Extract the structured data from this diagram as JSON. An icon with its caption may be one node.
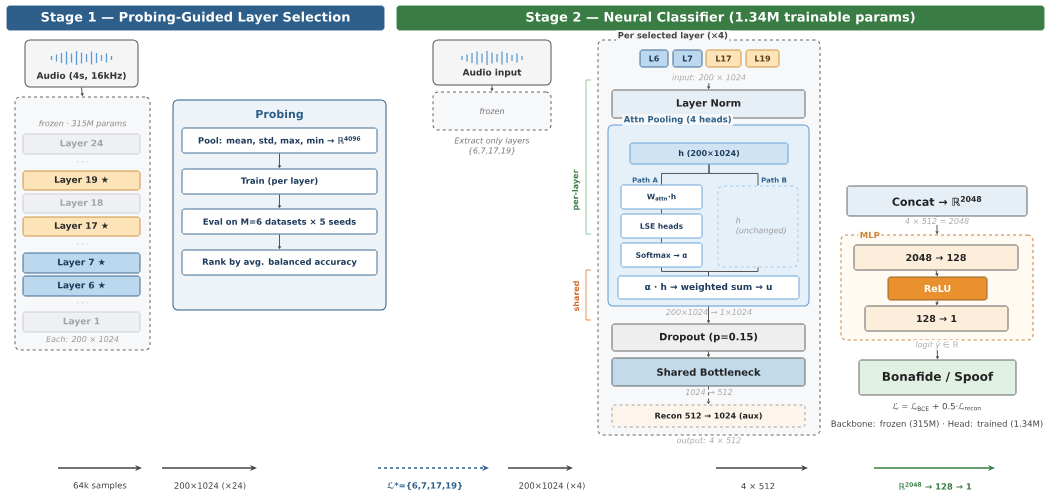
{
  "diagram": {
    "nodes": [
      {
        "text": [
          "Stage 1 — Probing-Guided Layer Selection"
        ]
      },
      {
        "text": [
          "Stage 2 — Neural Classifier (1.34M trainable params)"
        ]
      },
      {
        "text": [
          "Audio (4s, 16kHz)"
        ]
      },
      {
        "text": [
          "frozen · 315M params",
          "Each: 200 × 1024"
        ]
      },
      {
        "text": [
          "Layer 24"
        ],
        "in": 3
      },
      {
        "text": [
          "Layer 19 ★"
        ],
        "in": 3
      },
      {
        "text": [
          "Layer 18"
        ],
        "in": 3
      },
      {
        "text": [
          "Layer 17 ★"
        ],
        "in": 3
      },
      {
        "text": [
          "Layer 7 ★"
        ],
        "in": 3
      },
      {
        "text": [
          "Layer 6 ★"
        ],
        "in": 3
      },
      {
        "text": [
          "Layer 1"
        ],
        "in": 3
      },
      {
        "text": [
          "Probing"
        ]
      },
      {
        "text": [
          "Pool: mean, std, max, min → ℝ$^{4096}$"
        ],
        "in": 11
      },
      {
        "text": [
          "Train (per layer)"
        ],
        "in": 11
      },
      {
        "text": [
          "Eval on M=6 datasets × 5 seeds"
        ],
        "in": 11
      },
      {
        "text": [
          "Rank by avg. balanced accuracy"
        ],
        "in": 11
      },
      {
        "text": [
          "Audio input"
        ]
      },
      {
        "text": [
          "frozen"
        ],
        "beside": [
          "Extract only layers {6,7,17,19}"
        ]
      },
      {
        "text": [
          "Per selected layer (×4)"
        ],
        "beside": [
          "output: 4 × 512"
        ]
      },
      {
        "text": [
          "L6"
        ],
        "in": 18
      },
      {
        "text": [
          "L7"
        ],
        "in": 18
      },
      {
        "text": [
          "L17"
        ],
        "in": 18
      },
      {
        "text": [
          "L19"
        ],
        "in": 18
      },
      {
        "text": [
          "Layer Norm"
        ],
        "in": 18
      },
      {
        "text": [
          "Attn Pooling (4 heads)"
        ],
        "in": 18
      },
      {
        "text": [
          "h (200×1024)"
        ],
        "in": 24
      },
      {
        "text": [
          "W$_{attn}$·h"
        ],
        "in": 24
      },
      {
        "text": [
          "LSE heads"
        ],
        "in": 24
      },
      {
        "text": [
          "Softmax → α"
        ],
        "in": 24
      },
      {
        "text": [
          "h (unchanged)"
        ],
        "in": 24
      },
      {
        "text": [
          "α · h → weighted sum → u"
        ],
        "in": 24
      },
      {
        "text": [
          "Dropout (p=0.15)"
        ],
        "in": 18
      },
      {
        "text": [
          "Shared Bottleneck"
        ],
        "in": 18
      },
      {
        "text": [
          "Recon 512 → 1024 (aux)"
        ],
        "in": 18
      },
      {
        "text": [
          "Concat → ℝ$^{2048}$"
        ]
      },
      {
        "text": [
          "MLP"
        ]
      },
      {
        "text": [
          "2048 → 128"
        ],
        "in": 35
      },
      {
        "text": [
          "ReLU"
        ],
        "in": 35
      },
      {
        "text": [
          "128 → 1"
        ],
        "in": 35
      },
      {
        "text": [
          "Bonafide / Spoof"
        ]
      },
      {
        "text": [
          "input: 200 × 1024"
        ],
        "in": 18
      }
    ],
    "edges": [
      {
        "from": 2,
        "to": 3,
        "arrow": "to"
      },
      {
        "from": 12,
        "to": 13,
        "arrow": "to"
      },
      {
        "from": 13,
        "to": 14,
        "arrow": "to"
      },
      {
        "from": 14,
        "to": 15,
        "arrow": "to"
      },
      {
        "from": 16,
        "to": 17,
        "arrow": "to"
      },
      {
        "from": 40,
        "to": 23,
        "arrow": "to"
      },
      {
        "from": 25,
        "to": 26,
        "arrow": "none"
      },
      {
        "from": 25,
        "to": 29,
        "arrow": "none"
      },
      {
        "from": 26,
        "to": 27,
        "arrow": "none"
      },
      {
        "from": 27,
        "to": 28,
        "arrow": "none"
      },
      {
        "from": 28,
        "to": 30,
        "arrow": "none"
      },
      {
        "from": 29,
        "to": 30,
        "arrow": "none"
      },
      {
        "from": 24,
        "to": 31,
        "arrow": "to"
      },
      {
        "from": 31,
        "to": 32,
        "arrow": "to"
      },
      {
        "from": 32,
        "to": 33,
        "arrow": "to",
        "style": "dashed"
      },
      {
        "from": 34,
        "to": 35,
        "arrow": "to",
        "label": "4 × 512 = 2048"
      },
      {
        "from": 36,
        "to": 37,
        "arrow": "to"
      },
      {
        "from": 37,
        "to": 38,
        "arrow": "to"
      },
      {
        "from": 35,
        "to": 39,
        "arrow": "to",
        "label": "logit ŷ ∈ ℝ"
      }
    ],
    "labels": [
      "· · ·",
      "· · ·",
      "· · ·",
      "per-layer",
      "Path A",
      "Path B",
      "shared",
      "200×1024 → 1×1024",
      "1024 → 512",
      "ℒ = ℒ$_{BCE}$ + 0.5·ℒ$_{recon}$",
      "Backbone: frozen (315M) · Head: trained (1.34M)",
      "64k samples",
      "200×1024 (×24)",
      "ℒ*={6,7,17,19}",
      "200×1024 (×4)",
      "4 × 512",
      "ℝ$^{2048}$ → 128 → 1"
    ]
  }
}
